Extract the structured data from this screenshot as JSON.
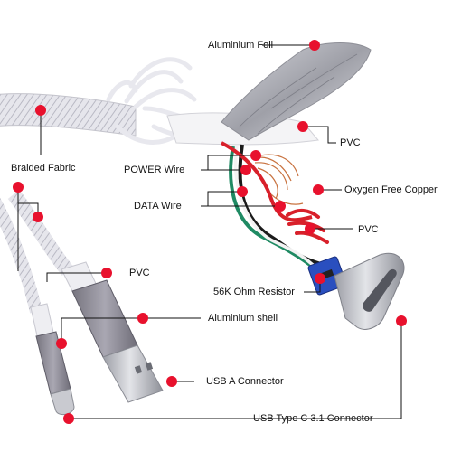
{
  "labels": {
    "aluminium_foil": "Aluminium Foil",
    "pvc_top": "PVC",
    "braided_fabric": "Braided Fabric",
    "power_wire": "POWER Wire",
    "oxygen_free_copper": "Oxygen Free Copper",
    "data_wire": "DATA Wire",
    "pvc_mid": "PVC",
    "pvc_left": "PVC",
    "resistor": "56K Ohm Resistor",
    "aluminium_shell": "Aluminium shell",
    "usb_a": "USB  A  Connector",
    "usb_c": "USB Type C 3.1 Connector"
  },
  "colors": {
    "callout": "#e8112d",
    "cable_white": "#f2f2f4",
    "braid_gray": "#c9c9d2",
    "foil": "#b9bac2",
    "aluminium_shell": "#8d8b97",
    "wire_red": "#d8202a",
    "wire_green": "#1f8a63",
    "wire_black": "#1b1b1b",
    "wire_white": "#f5f5f5",
    "copper": "#c8723f",
    "pcb_blue": "#2a4fbf",
    "usb_c_metal": "#b5b7bd"
  }
}
